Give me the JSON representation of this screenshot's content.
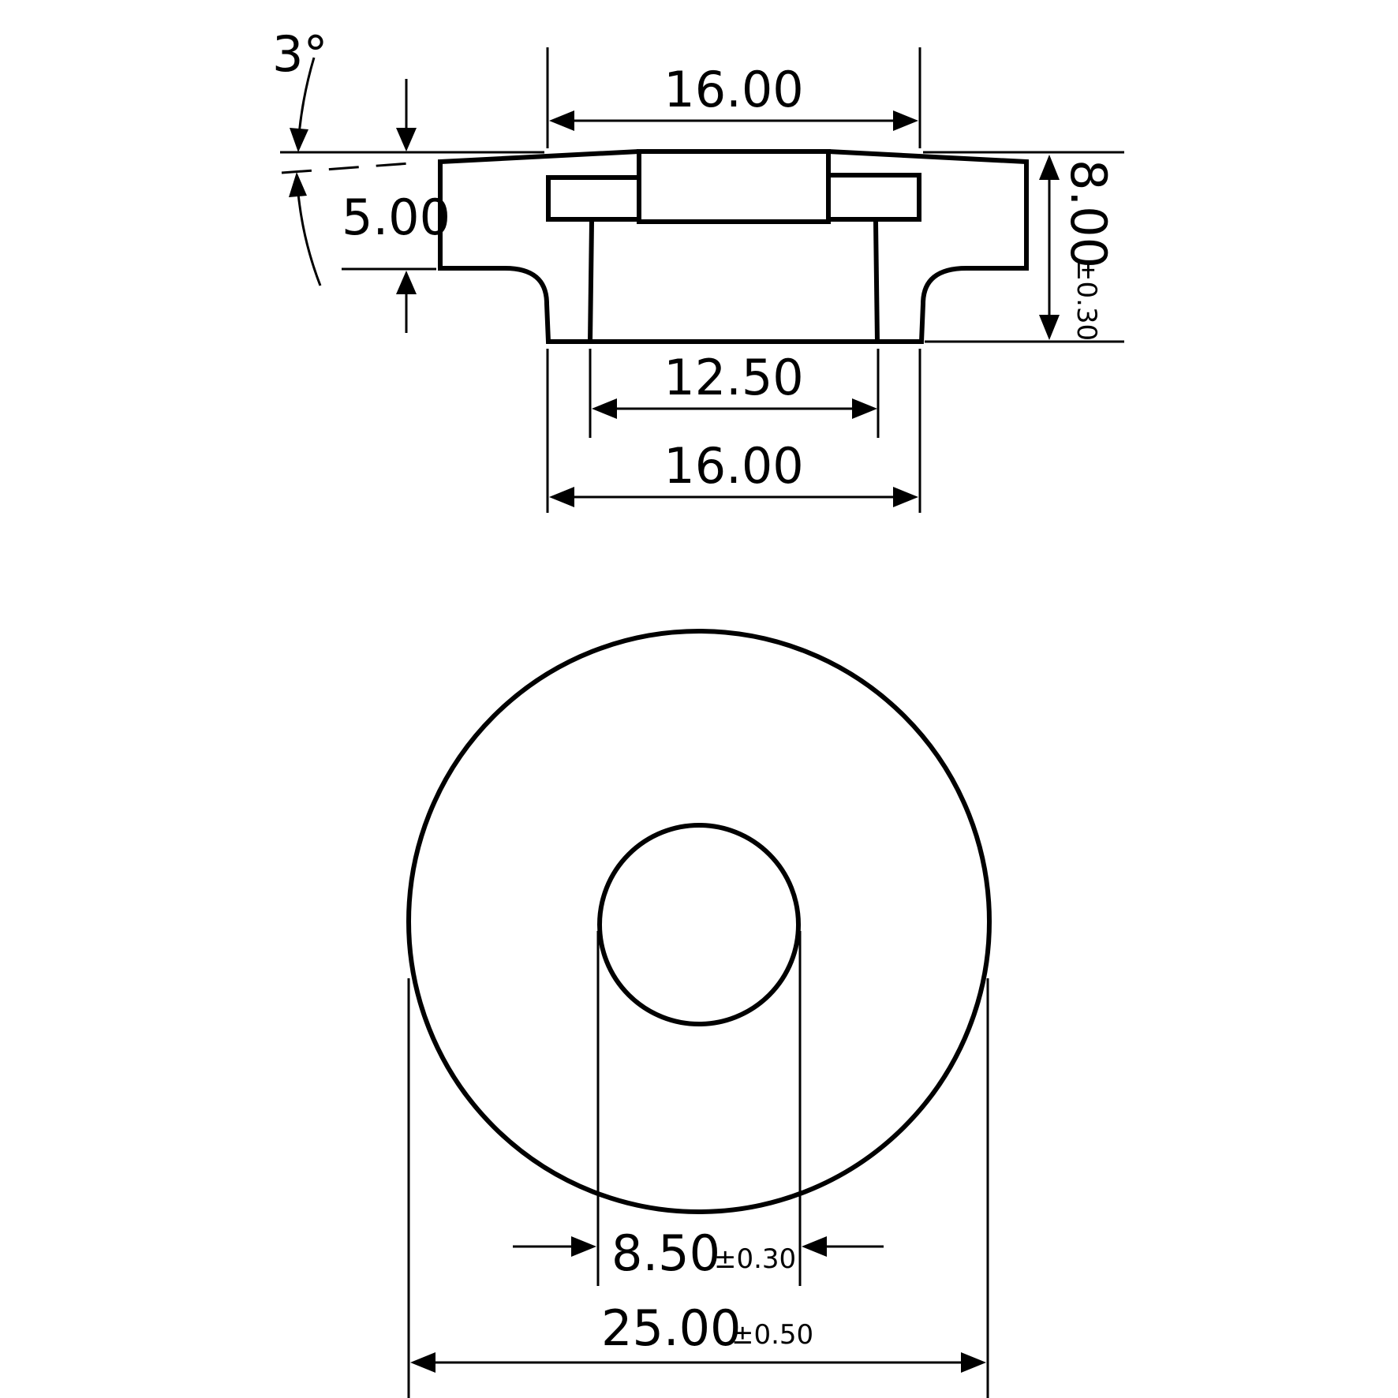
{
  "side_view": {
    "angle_label": "3°",
    "top_width_label": "16.00",
    "flange_label": "5.00",
    "height_label": "8.00",
    "height_tol": "±0.30",
    "bore_width_label": "12.50",
    "bottom_width_label": "16.00"
  },
  "top_view": {
    "inner_diameter_label": "8.50",
    "inner_diameter_tol": "±0.30",
    "outer_diameter_label": "25.00",
    "outer_diameter_tol": "±0.50"
  }
}
